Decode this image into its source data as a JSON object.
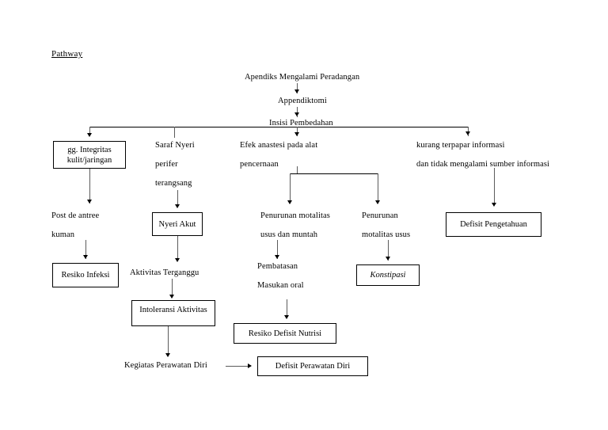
{
  "document": {
    "title": "Pathway",
    "background_color": "#ffffff",
    "line_color": "#000000",
    "text_color": "#000000"
  },
  "chart_data": {
    "type": "diagram",
    "title": "Pathway",
    "nodes": [
      {
        "id": "n1",
        "label": "Apendiks Mengalami Peradangan",
        "shape": "text"
      },
      {
        "id": "n2",
        "label": "Appendiktomi",
        "shape": "text"
      },
      {
        "id": "n3",
        "label": "Insisi Pembedahan",
        "shape": "text"
      },
      {
        "id": "n4",
        "label": "gg. Integritas\nkulit/jaringan",
        "shape": "box"
      },
      {
        "id": "n5",
        "label": "Saraf Nyeri\n\nperifer\n\nterangsang",
        "shape": "text"
      },
      {
        "id": "n6",
        "label": "Efek anastesi pada alat\n\npencernaan",
        "shape": "text"
      },
      {
        "id": "n7",
        "label": "kurang terpapar informasi\n\ndan tidak mengalami sumber informasi",
        "shape": "text"
      },
      {
        "id": "n8",
        "label": "Post de antree\n\nkuman",
        "shape": "text"
      },
      {
        "id": "n9",
        "label": "Nyeri Akut",
        "shape": "box"
      },
      {
        "id": "n10",
        "label": "Penurunan motalitas\n\nusus dan muntah",
        "shape": "text"
      },
      {
        "id": "n11",
        "label": "Penurunan\n\nmotalitas usus",
        "shape": "text"
      },
      {
        "id": "n12",
        "label": "Defisit Pengetahuan",
        "shape": "box"
      },
      {
        "id": "n13",
        "label": "Resiko Infeksi",
        "shape": "box"
      },
      {
        "id": "n14",
        "label": "Aktivitas Terganggu",
        "shape": "text"
      },
      {
        "id": "n15",
        "label": "Pembatasan\n\nMasukan oral",
        "shape": "text"
      },
      {
        "id": "n16",
        "label": "Konstipasi",
        "shape": "box-italic"
      },
      {
        "id": "n17",
        "label": "Intoleransi Aktivitas",
        "shape": "box"
      },
      {
        "id": "n18",
        "label": "Resiko Defisit Nutrisi",
        "shape": "box"
      },
      {
        "id": "n19",
        "label": "Kegiatas Perawatan Diri",
        "shape": "text"
      },
      {
        "id": "n20",
        "label": "Defisit Perawatan Diri",
        "shape": "box"
      }
    ],
    "edges": [
      {
        "from": "n1",
        "to": "n2",
        "type": "arrow-down"
      },
      {
        "from": "n2",
        "to": "n3",
        "type": "arrow-down"
      },
      {
        "from": "n3",
        "to": "n4",
        "type": "split-arrow-down"
      },
      {
        "from": "n3",
        "to": "n5",
        "type": "split-line"
      },
      {
        "from": "n3",
        "to": "n6",
        "type": "split-arrow-down"
      },
      {
        "from": "n3",
        "to": "n7",
        "type": "split-arrow-down"
      },
      {
        "from": "n4",
        "to": "n8",
        "type": "arrow-down"
      },
      {
        "from": "n5",
        "to": "n9",
        "type": "arrow-down"
      },
      {
        "from": "n6",
        "to": "n10",
        "type": "split-arrow-down"
      },
      {
        "from": "n6",
        "to": "n11",
        "type": "split-arrow-down"
      },
      {
        "from": "n7",
        "to": "n12",
        "type": "arrow-down"
      },
      {
        "from": "n8",
        "to": "n13",
        "type": "arrow-down"
      },
      {
        "from": "n9",
        "to": "n14",
        "type": "arrow-down"
      },
      {
        "from": "n10",
        "to": "n15",
        "type": "arrow-down"
      },
      {
        "from": "n11",
        "to": "n16",
        "type": "arrow-down"
      },
      {
        "from": "n14",
        "to": "n17",
        "type": "arrow-down"
      },
      {
        "from": "n15",
        "to": "n18",
        "type": "arrow-down"
      },
      {
        "from": "n17",
        "to": "n19",
        "type": "arrow-down"
      },
      {
        "from": "n19",
        "to": "n20",
        "type": "arrow-right"
      }
    ]
  }
}
